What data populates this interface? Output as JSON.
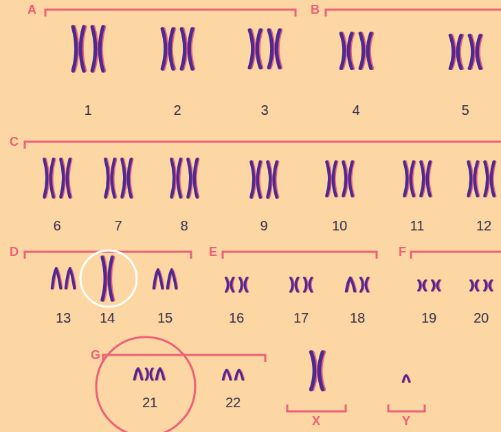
{
  "diagram": {
    "labels": [
      "A",
      "B",
      "1",
      "2",
      "3",
      "4",
      "5",
      "C",
      "6",
      "7",
      "8",
      "9",
      "10",
      "11",
      "12",
      "D",
      "E",
      "F",
      "13",
      "14",
      "15",
      "16",
      "17",
      "18",
      "19",
      "20",
      "G",
      "21",
      "22",
      "X",
      "Y"
    ]
  }
}
